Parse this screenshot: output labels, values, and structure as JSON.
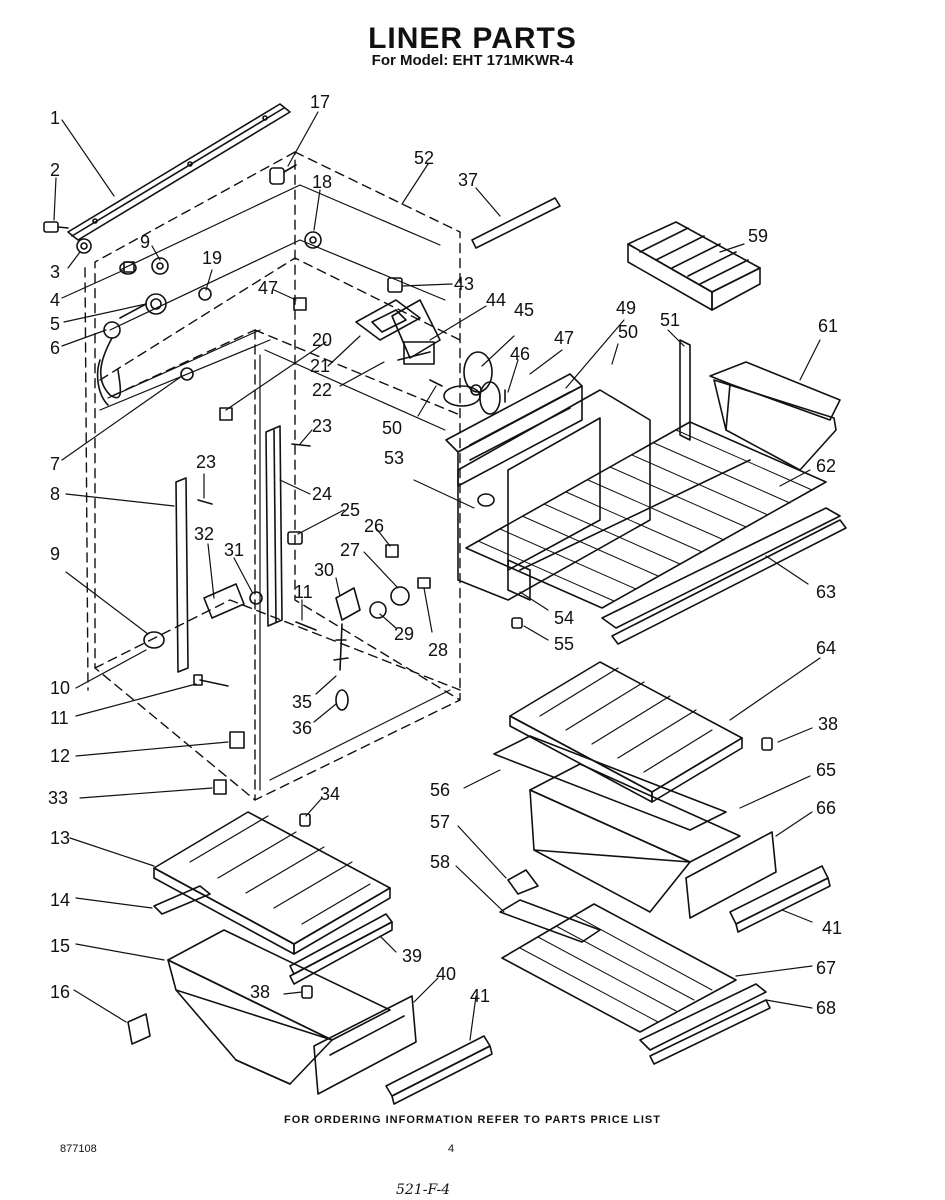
{
  "header": {
    "title": "LINER PARTS",
    "model_line": "For Model: EHT 171MKWR-4"
  },
  "footer": {
    "ordering_note": "FOR ORDERING INFORMATION REFER TO PARTS PRICE LIST",
    "doc_number": "877108",
    "page_number": "4",
    "handwritten_note": "521-F-4"
  },
  "callouts": [
    "1",
    "2",
    "3",
    "4",
    "5",
    "6",
    "7",
    "8",
    "9",
    "10",
    "11",
    "12",
    "13",
    "14",
    "15",
    "16",
    "17",
    "18",
    "19",
    "20",
    "21",
    "22",
    "23",
    "24",
    "25",
    "26",
    "27",
    "28",
    "29",
    "30",
    "31",
    "32",
    "33",
    "34",
    "35",
    "36",
    "37",
    "38",
    "39",
    "40",
    "41",
    "43",
    "44",
    "45",
    "46",
    "47",
    "49",
    "50",
    "51",
    "52",
    "53",
    "54",
    "55",
    "56",
    "57",
    "58",
    "59",
    "61",
    "62",
    "63",
    "64",
    "65",
    "66",
    "67",
    "68"
  ]
}
